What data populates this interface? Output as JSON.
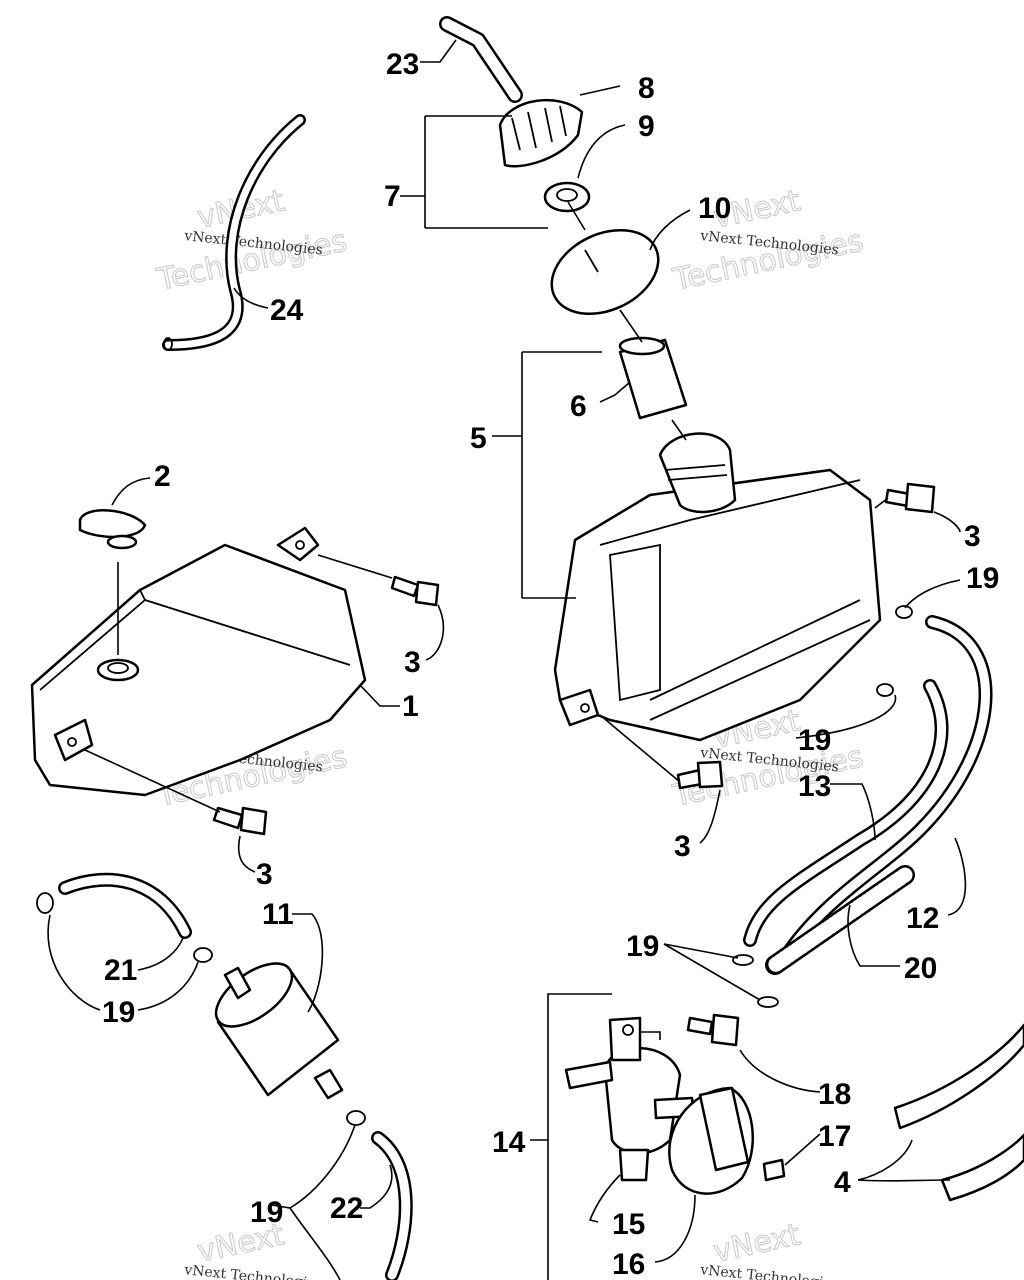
{
  "callouts": {
    "c1": "1",
    "c2": "2",
    "c3a": "3",
    "c3b": "3",
    "c3c": "3",
    "c3d": "3",
    "c4": "4",
    "c5": "5",
    "c6": "6",
    "c7": "7",
    "c8": "8",
    "c9": "9",
    "c10": "10",
    "c11": "11",
    "c12": "12",
    "c13": "13",
    "c14": "14",
    "c15": "15",
    "c16": "16",
    "c17": "17",
    "c18": "18",
    "c19a": "19",
    "c19b": "19",
    "c19c": "19",
    "c19d": "19",
    "c19e": "19",
    "c20": "20",
    "c21": "21",
    "c22": "22",
    "c23": "23",
    "c24": "24"
  },
  "watermark": {
    "big_line1": "vNext",
    "big_line2": "Technologies",
    "small": "vNext Technologies"
  }
}
